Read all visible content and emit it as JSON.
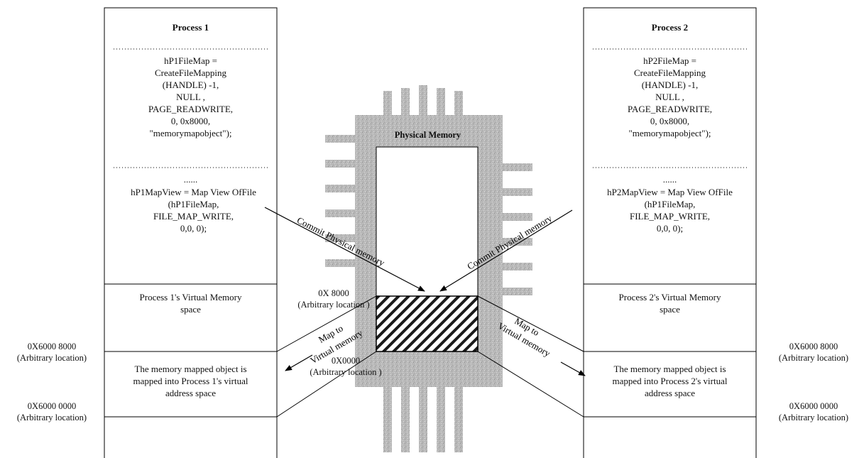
{
  "process1": {
    "title": "Process 1",
    "create_lines": [
      "hP1FileMap =",
      "CreateFileMapping",
      "(HANDLE) -1,",
      "NULL ,",
      "PAGE_READWRITE,",
      "0, 0x8000,",
      "\"memorymapobject\");"
    ],
    "ellipsis": "......",
    "view_lines": [
      "hP1MapView = Map View OfFile",
      "(hP1FileMap,",
      "FILE_MAP_WRITE,",
      "0,0, 0);"
    ],
    "vm_label_lines": [
      "Process 1's Virtual Memory",
      "space"
    ],
    "mapped_lines": [
      "The memory mapped object is",
      "mapped into Process 1's virtual",
      "address space"
    ]
  },
  "process2": {
    "title": "Process 2",
    "create_lines": [
      "hP2FileMap =",
      "CreateFileMapping",
      "(HANDLE) -1,",
      "NULL ,",
      "PAGE_READWRITE,",
      "0, 0x8000,",
      "\"memorymapobject\");"
    ],
    "ellipsis": "......",
    "view_lines": [
      "hP2MapView = Map View OfFile",
      "(hP1FileMap,",
      "FILE_MAP_WRITE,",
      "0,0, 0);"
    ],
    "vm_label_lines": [
      "Process 2's Virtual Memory",
      "space"
    ],
    "mapped_lines": [
      "The memory mapped object is",
      "mapped into Process 2's virtual",
      "address space"
    ]
  },
  "physical_memory": {
    "label": "Physical Memory",
    "top_address": "0X 8000",
    "top_note": "(Arbitrary location )",
    "bottom_address": "0X0000",
    "bottom_note": "(Arbitrary location )"
  },
  "arrows": {
    "commit_left": "Commit Physical memory",
    "commit_right": "Commit Physical memory",
    "map_left": [
      "Map to",
      "Virtual memory"
    ],
    "map_right": [
      "Map to",
      "Virtual memory"
    ]
  },
  "addresses": {
    "left_upper": [
      "0X6000 8000",
      "(Arbitrary location)"
    ],
    "left_lower": [
      "0X6000 0000",
      "(Arbitrary location)"
    ],
    "right_upper": [
      "0X6000 8000",
      "(Arbitrary location)"
    ],
    "right_lower": [
      "0X6000 0000",
      "(Arbitrary location)"
    ]
  }
}
